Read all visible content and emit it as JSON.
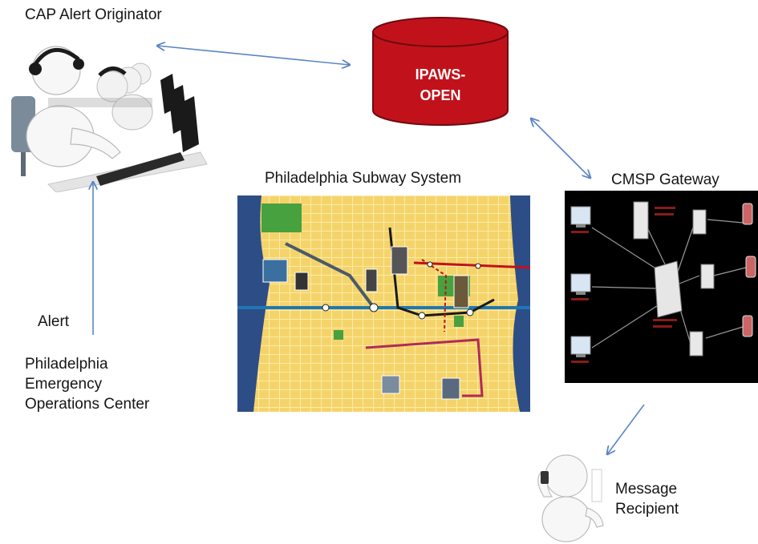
{
  "originator": {
    "title": "CAP Alert Originator"
  },
  "ipaws": {
    "line1": "IPAWS-",
    "line2": "OPEN",
    "fill": "#c1121b"
  },
  "subway": {
    "title": "Philadelphia Subway System"
  },
  "gateway": {
    "title": "CMSP Gateway"
  },
  "alert": {
    "label": "Alert"
  },
  "eoc": {
    "line1": "Philadelphia",
    "line2": "Emergency",
    "line3": "Operations Center"
  },
  "recipient": {
    "line1": "Message",
    "line2": "Recipient"
  },
  "colors": {
    "arrow": "#5b85c6",
    "map_bg": "#f4d46a",
    "water": "#2d4d86",
    "gateway_bg": "#000000"
  }
}
